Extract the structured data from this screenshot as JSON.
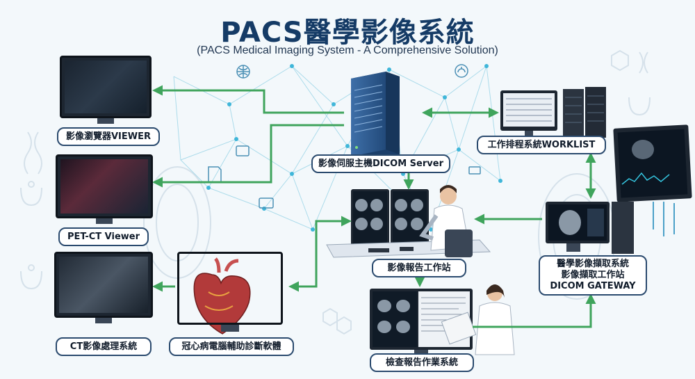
{
  "title": "PACS醫學影像系統",
  "subtitle": "(PACS Medical Imaging System - A Comprehensive Solution)",
  "nodes": {
    "viewer": "影像瀏覽器VIEWER",
    "pet_ct": "PET-CT Viewer",
    "ct_processing": "CT影像處理系統",
    "cardiac_cad": "冠心病電腦輔助診斷軟體",
    "dicom_server": "影像伺服主機DICOM Server",
    "worklist": "工作排程系統WORKLIST",
    "report_workstation": "影像報告工作站",
    "gateway_line1": "醫學影像擷取系統",
    "gateway_line2": "影像擷取工作站",
    "gateway_line3": "DICOM GATEWAY",
    "exam_report": "檢查報告作業系統"
  },
  "colors": {
    "title": "#153b66",
    "arrow": "#3fa45c",
    "network": "#6fc3dc",
    "label_border": "#2a4a6e"
  }
}
